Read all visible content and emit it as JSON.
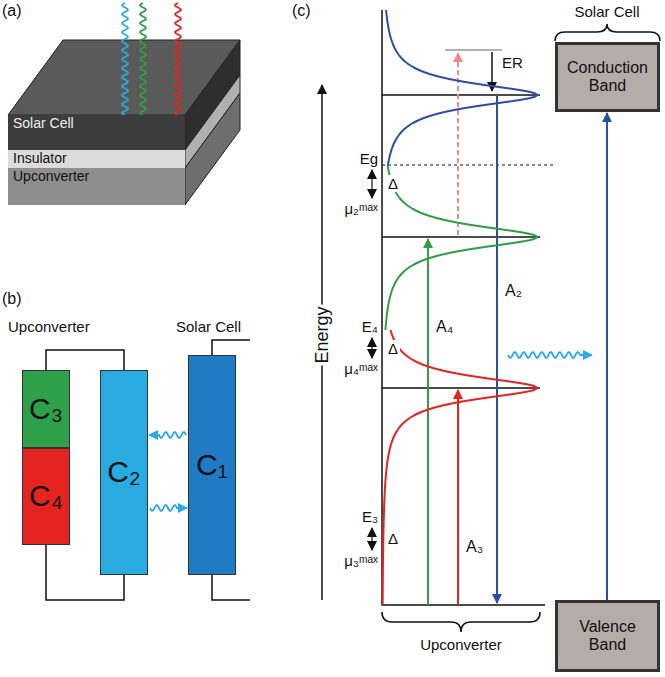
{
  "diagram": {
    "nodes": [
      {
        "text": [
          "Solar Cell"
        ]
      },
      {
        "text": [
          "Insulator"
        ]
      },
      {
        "text": [
          "Upconverter"
        ]
      },
      {
        "text": [
          "C₃"
        ]
      },
      {
        "text": [
          "C₄"
        ]
      },
      {
        "text": [
          "C₂"
        ]
      },
      {
        "text": [
          "C₁"
        ]
      },
      {
        "text": [
          "Conduction Band"
        ]
      },
      {
        "text": [
          "Valence Band"
        ]
      }
    ],
    "edges": [
      {
        "from": 3,
        "to": 5,
        "arrow": "none"
      },
      {
        "from": 4,
        "to": 5,
        "arrow": "none"
      },
      {
        "from": 6,
        "to": 5,
        "arrow": "to"
      },
      {
        "from": 5,
        "to": 6,
        "arrow": "to"
      },
      {
        "from": 8,
        "to": 7,
        "arrow": "to"
      }
    ],
    "labels": [
      "(a)",
      "(b)",
      "(c)",
      "Upconverter",
      "Solar Cell",
      "Energy",
      "ER",
      "Eg",
      "Δ",
      "μ₂ᵐᵃˣ",
      "E₄",
      "Δ",
      "μ₄ᵐᵃˣ",
      "E₃",
      "Δ",
      "μ₃ᵐᵃˣ",
      "A₂",
      "A₄",
      "A₃",
      "Upconverter",
      "Solar Cell"
    ]
  }
}
